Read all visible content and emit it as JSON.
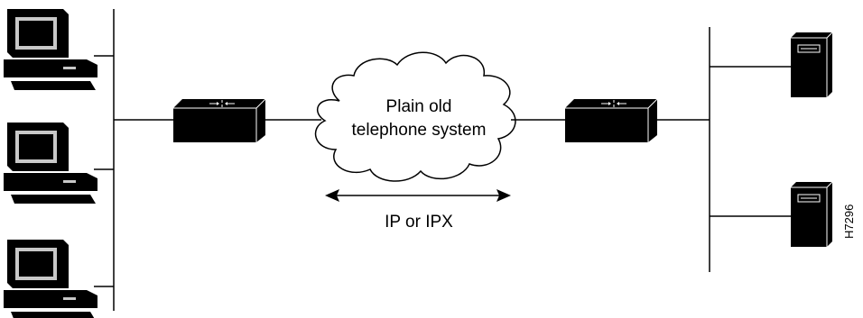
{
  "cloud": {
    "line1": "Plain old",
    "line2": "telephone system"
  },
  "link": {
    "protocol_label": "IP or IPX"
  },
  "figure_id": "H7296",
  "colors": {
    "ink": "#000000",
    "background": "#ffffff",
    "screen_gray": "#c8c8c8"
  },
  "icons": {
    "workstation": "pc-workstation-icon",
    "router": "router-icon",
    "server": "tower-server-icon",
    "network": "cloud-icon"
  }
}
